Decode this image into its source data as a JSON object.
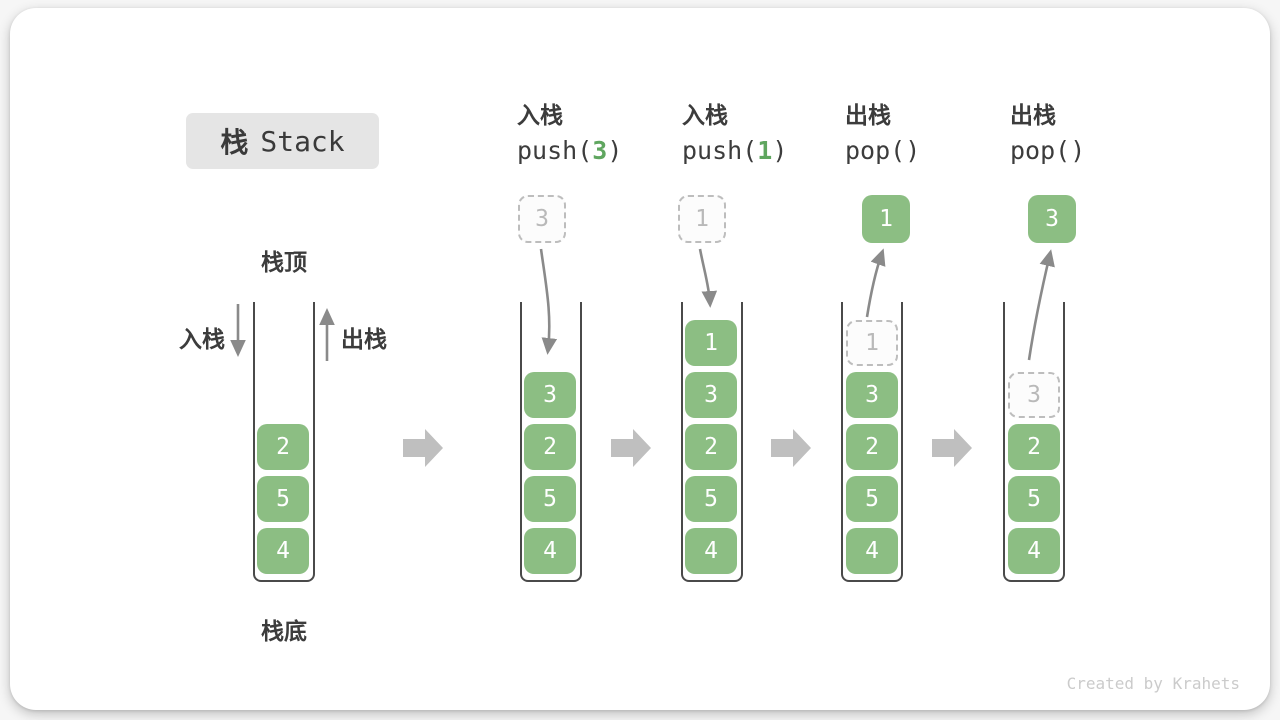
{
  "title": {
    "zh": "栈",
    "en": "Stack"
  },
  "side_labels": {
    "stack_top": "栈顶",
    "stack_bottom": "栈底",
    "push_in": "入栈",
    "pop_out": "出栈"
  },
  "columns": [
    {
      "op": "入栈",
      "code_fn": "push(",
      "code_arg": "3",
      "code_close": ")"
    },
    {
      "op": "入栈",
      "code_fn": "push(",
      "code_arg": "1",
      "code_close": ")"
    },
    {
      "op": "出栈",
      "code_fn": "pop(",
      "code_arg": "",
      "code_close": ")"
    },
    {
      "op": "出栈",
      "code_fn": "pop(",
      "code_arg": "",
      "code_close": ")"
    }
  ],
  "stacks": [
    {
      "items": [
        "2",
        "5",
        "4"
      ]
    },
    {
      "items": [
        "3",
        "2",
        "5",
        "4"
      ],
      "incoming": "3"
    },
    {
      "items": [
        "1",
        "3",
        "2",
        "5",
        "4"
      ],
      "incoming": "1"
    },
    {
      "items": [
        "3",
        "2",
        "5",
        "4"
      ],
      "removed_ghost": "1",
      "popped": "1"
    },
    {
      "items": [
        "2",
        "5",
        "4"
      ],
      "removed_ghost": "3",
      "popped": "3"
    }
  ],
  "watermark": "Created by Krahets",
  "colors": {
    "block_green": "#8CBE83",
    "code_accent_green": "#5FA65F",
    "wall_dark": "#4A4A4A",
    "thin_arrow_gray": "#8A8A8A",
    "block_arrow_gray": "#BFBFBF",
    "badge_bg": "#E5E5E5"
  }
}
